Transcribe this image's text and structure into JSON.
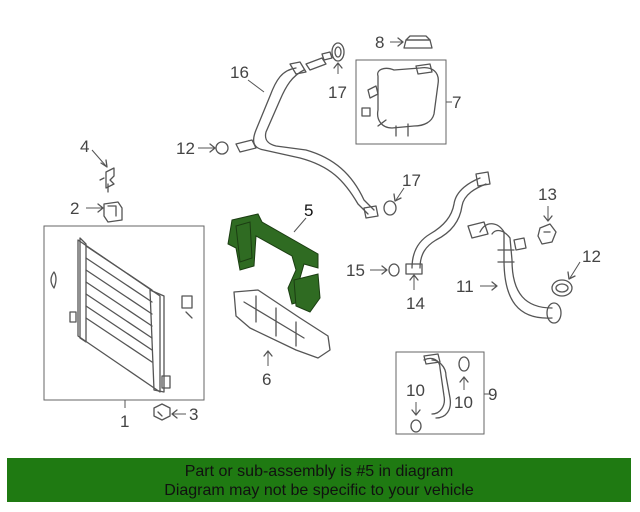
{
  "callouts": {
    "c1": "1",
    "c2": "2",
    "c3": "3",
    "c4": "4",
    "c5": "5",
    "c6": "6",
    "c7": "7",
    "c8": "8",
    "c9": "9",
    "c10a": "10",
    "c10b": "10",
    "c11": "11",
    "c12a": "12",
    "c12b": "12",
    "c13": "13",
    "c14": "14",
    "c15": "15",
    "c16": "16",
    "c17a": "17",
    "c17b": "17"
  },
  "banner": {
    "line1": "Part or sub-assembly is #5 in diagram",
    "line2": "Diagram may not be specific to your vehicle"
  },
  "colors": {
    "banner_bg": "#1f7a12",
    "highlight_part": "#2f6b22"
  }
}
